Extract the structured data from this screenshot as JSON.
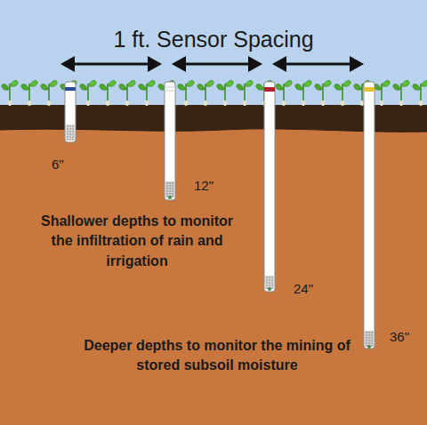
{
  "diagram": {
    "title": "1 ft. Sensor Spacing",
    "labels": [
      "6\"",
      "12\"",
      "24\"",
      "36\"",
      "Shallower depths to monitor the infiltration of rain and irrigation",
      "Deeper depths to monitor the mining of stored subsoil moisture"
    ]
  }
}
